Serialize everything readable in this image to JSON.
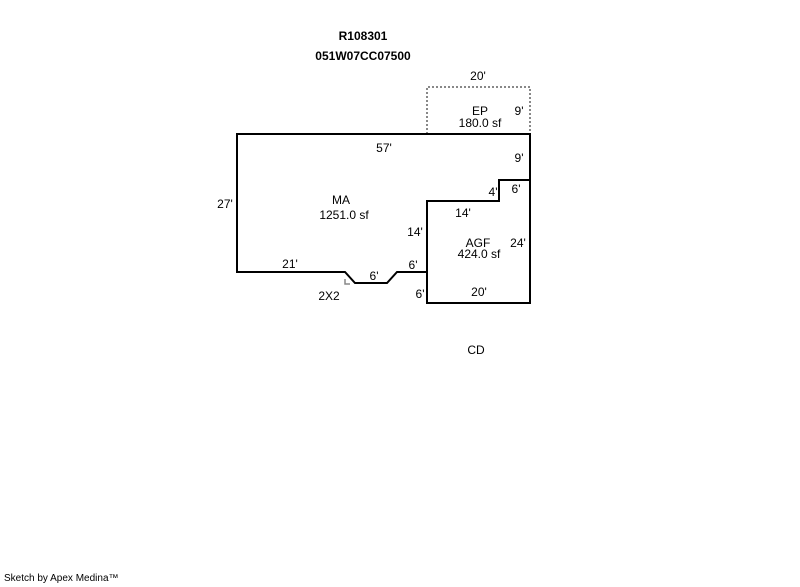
{
  "header": {
    "parcel_id": "R108301",
    "map_tax_lot": "051W07CC07500"
  },
  "areas": {
    "main": {
      "code": "MA",
      "area": "1251.0 sf"
    },
    "garage": {
      "code": "AGF",
      "area": "424.0 sf"
    },
    "porch": {
      "code": "EP",
      "area": "180.0 sf"
    }
  },
  "dimensions": {
    "ep_top": "20'",
    "ep_right": "9'",
    "ma_top": "57'",
    "ma_right_upper": "9'",
    "ma_left": "27'",
    "step_vertical": "4'",
    "step_horizontal": "6'",
    "agf_top": "14'",
    "agf_left_upper": "14'",
    "agf_right": "24'",
    "agf_bottom": "20'",
    "agf_left_lower": "6'",
    "ma_bottom_left": "21'",
    "bay_bottom": "6'",
    "ma_bottom_right": "6'"
  },
  "annotations": {
    "bay_label": "2X2",
    "cd_label": "CD"
  },
  "footer": {
    "credit": "Sketch by Apex Medina™"
  }
}
